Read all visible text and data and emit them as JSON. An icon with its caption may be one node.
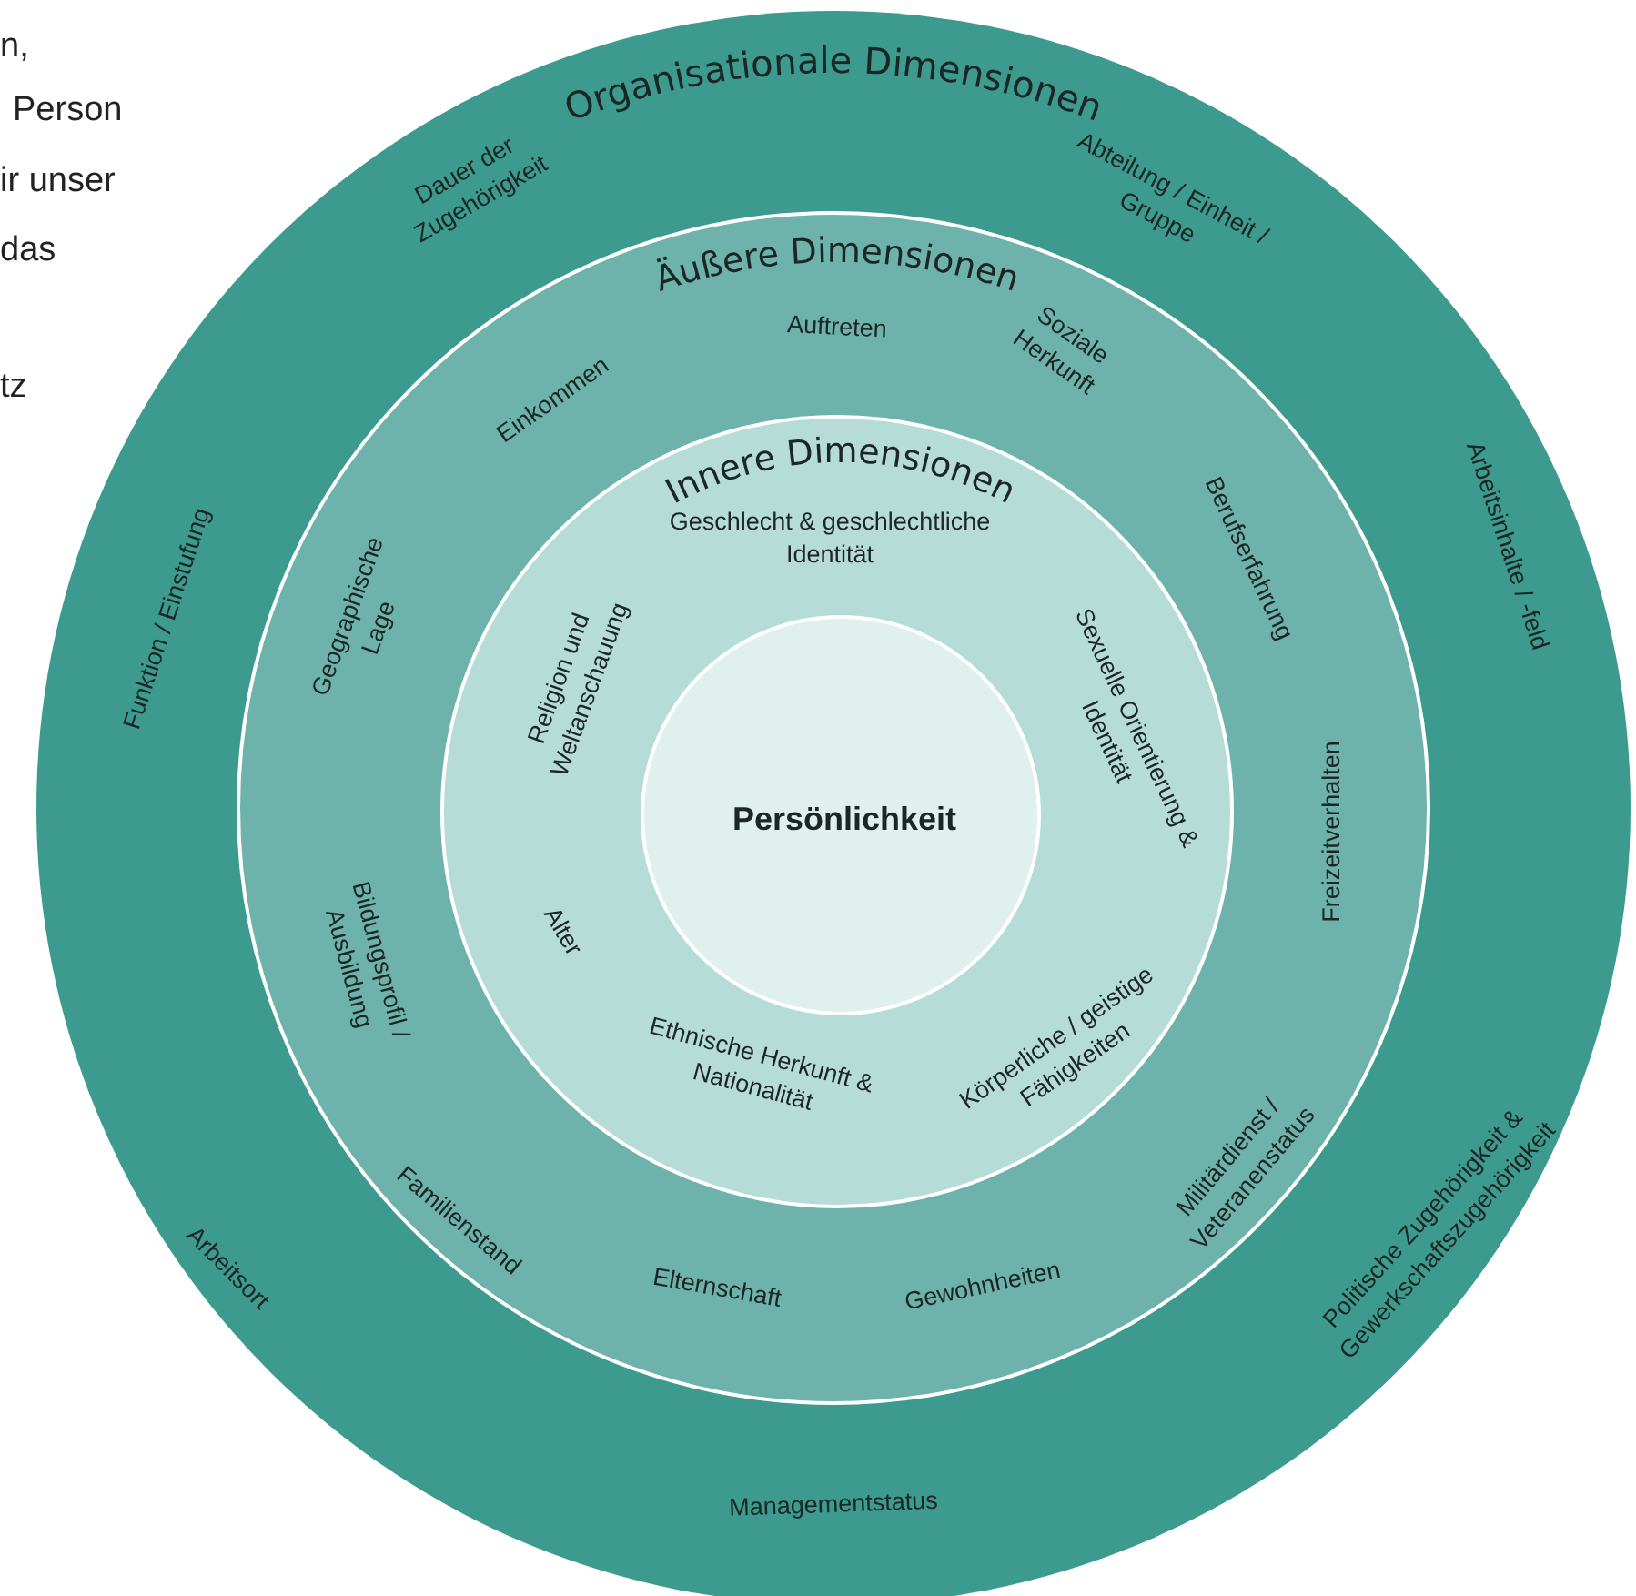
{
  "diagram": {
    "nodes": [
      {
        "text": [
          "Organisationale Dimensionen",
          "Dauer der Zugehörigkeit",
          "Abteilung / Einheit / Gruppe",
          "Arbeitsinhalte / -feld",
          "Funktion / Einstufung",
          "Arbeitsort",
          "Managementstatus",
          "Politische Zugehörigkeit & Gewerkschaftszugehörigkeit"
        ]
      },
      {
        "text": [
          "Äußere Dimensionen",
          "Auftreten",
          "Soziale Herkunft",
          "Einkommen",
          "Berufserfahrung",
          "Geographische Lage",
          "Freizeitverhalten",
          "Bildungsprofil / Ausbildung",
          "Familienstand",
          "Elternschaft",
          "Gewohnheiten",
          "Militärdienst / Veteranenstatus"
        ],
        "in": 0
      },
      {
        "text": [
          "Innere Dimensionen",
          "Geschlecht & geschlechtliche Identität",
          "Sexuelle Orientierung & Identität",
          "Religion und Weltanschauung",
          "Alter",
          "Ethnische Herkunft & Nationalität",
          "Körperliche / geistige Fähigkeiten"
        ],
        "in": 1
      },
      {
        "text": [
          "Persönlichkeit"
        ],
        "in": 2
      }
    ],
    "labels": [
      "n,",
      "Person",
      "ir unser",
      "das",
      "tz"
    ]
  }
}
